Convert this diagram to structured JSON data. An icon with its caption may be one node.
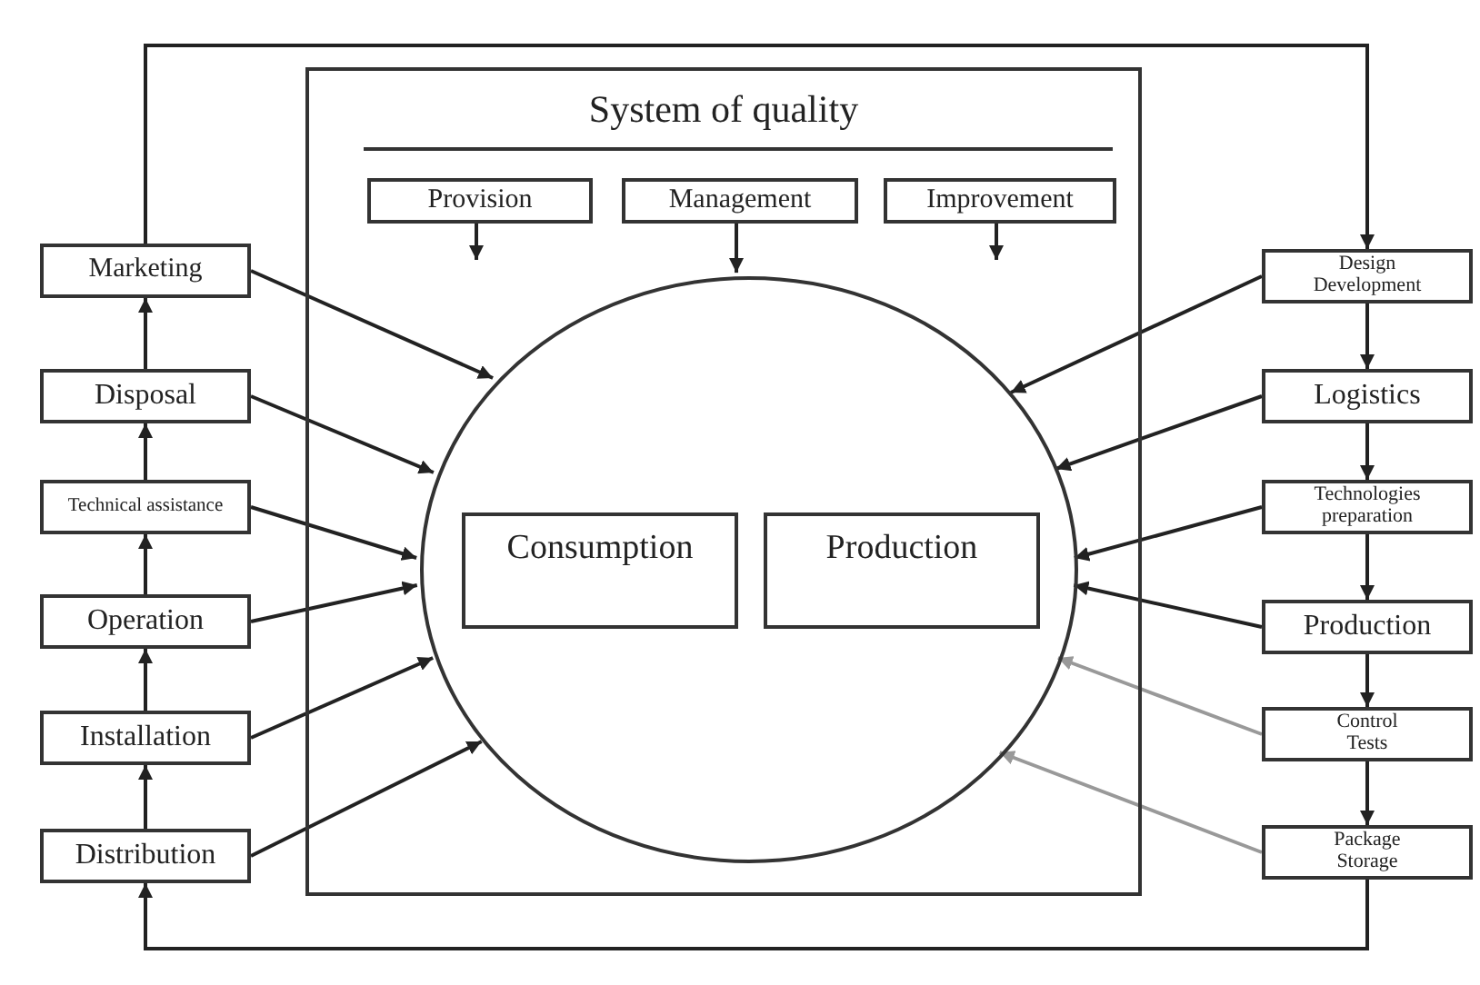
{
  "diagram": {
    "nodes": [
      {
        "text": [
          "System of quality"
        ]
      },
      {
        "text": [
          "Provision"
        ],
        "in": 0
      },
      {
        "text": [
          "Management"
        ],
        "in": 0
      },
      {
        "text": [
          "Improvement"
        ],
        "in": 0
      },
      {
        "text": [],
        "shape": "circle",
        "in": 0
      },
      {
        "text": [
          "Consumption"
        ],
        "in": 4
      },
      {
        "text": [
          "Production"
        ],
        "in": 4
      },
      {
        "text": [
          "Marketing"
        ]
      },
      {
        "text": [
          "Disposal"
        ]
      },
      {
        "text": [
          "Technical assistance"
        ]
      },
      {
        "text": [
          "Operation"
        ]
      },
      {
        "text": [
          "Installation"
        ]
      },
      {
        "text": [
          "Distribution"
        ]
      },
      {
        "text": [
          "Design Development"
        ]
      },
      {
        "text": [
          "Logistics"
        ]
      },
      {
        "text": [
          "Technologies preparation"
        ]
      },
      {
        "text": [
          "Production"
        ]
      },
      {
        "text": [
          "Control Tests"
        ]
      },
      {
        "text": [
          "Package Storage"
        ]
      }
    ],
    "edges": [
      {
        "from": 1,
        "to": null,
        "arrow": "to"
      },
      {
        "from": 2,
        "to": 4,
        "arrow": "to"
      },
      {
        "from": 3,
        "to": null,
        "arrow": "to"
      },
      {
        "from": 7,
        "to": 4,
        "arrow": "to"
      },
      {
        "from": 8,
        "to": 4,
        "arrow": "to"
      },
      {
        "from": 9,
        "to": 4,
        "arrow": "to"
      },
      {
        "from": 10,
        "to": 4,
        "arrow": "to"
      },
      {
        "from": 11,
        "to": 4,
        "arrow": "to"
      },
      {
        "from": 12,
        "to": 4,
        "arrow": "to"
      },
      {
        "from": 12,
        "to": 11,
        "arrow": "to"
      },
      {
        "from": 11,
        "to": 10,
        "arrow": "to"
      },
      {
        "from": 10,
        "to": 9,
        "arrow": "to"
      },
      {
        "from": 9,
        "to": 8,
        "arrow": "to"
      },
      {
        "from": 8,
        "to": 7,
        "arrow": "to"
      },
      {
        "from": 7,
        "to": 13,
        "arrow": "to"
      },
      {
        "from": 13,
        "to": 14,
        "arrow": "to"
      },
      {
        "from": 14,
        "to": 15,
        "arrow": "to"
      },
      {
        "from": 15,
        "to": 16,
        "arrow": "to"
      },
      {
        "from": 16,
        "to": 17,
        "arrow": "to"
      },
      {
        "from": 17,
        "to": 18,
        "arrow": "to"
      },
      {
        "from": 13,
        "to": 4,
        "arrow": "to"
      },
      {
        "from": 14,
        "to": 4,
        "arrow": "to"
      },
      {
        "from": 15,
        "to": 4,
        "arrow": "to"
      },
      {
        "from": 16,
        "to": 4,
        "arrow": "to"
      },
      {
        "from": 17,
        "to": 4,
        "arrow": "to",
        "color": "#999999"
      },
      {
        "from": 18,
        "to": 4,
        "arrow": "to",
        "color": "#999999"
      },
      {
        "from": 18,
        "to": 12,
        "arrow": "to"
      }
    ]
  }
}
